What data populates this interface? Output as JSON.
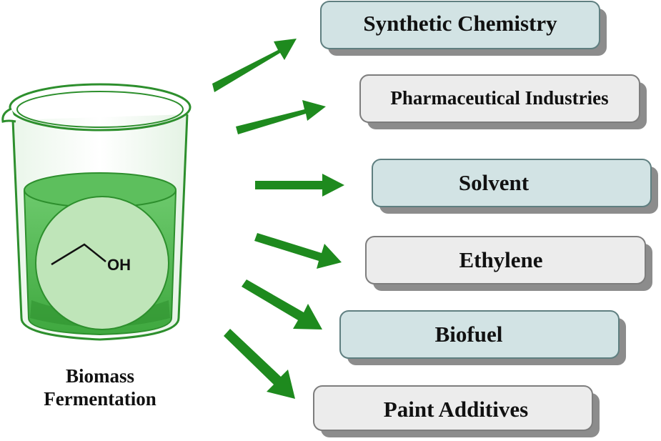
{
  "source": {
    "caption_line1": "Biomass",
    "caption_line2": "Fermentation",
    "molecule_label": "OH"
  },
  "applications": [
    {
      "label": "Synthetic Chemistry",
      "fill": "#d2e3e4"
    },
    {
      "label": "Pharmaceutical Industries",
      "fill": "#ececec"
    },
    {
      "label": "Solvent",
      "fill": "#d2e3e4"
    },
    {
      "label": "Ethylene",
      "fill": "#ececec"
    },
    {
      "label": "Biofuel",
      "fill": "#d2e3e4"
    },
    {
      "label": "Paint Additives",
      "fill": "#ececec"
    }
  ],
  "colors": {
    "arrow": "#1e8a1e",
    "liquid": "#4eb84e",
    "liquid_light": "#bde4b8",
    "beaker_outline": "#2d8f2d",
    "box_border": "#5f7f80",
    "shadow": "#8c8c8c"
  }
}
